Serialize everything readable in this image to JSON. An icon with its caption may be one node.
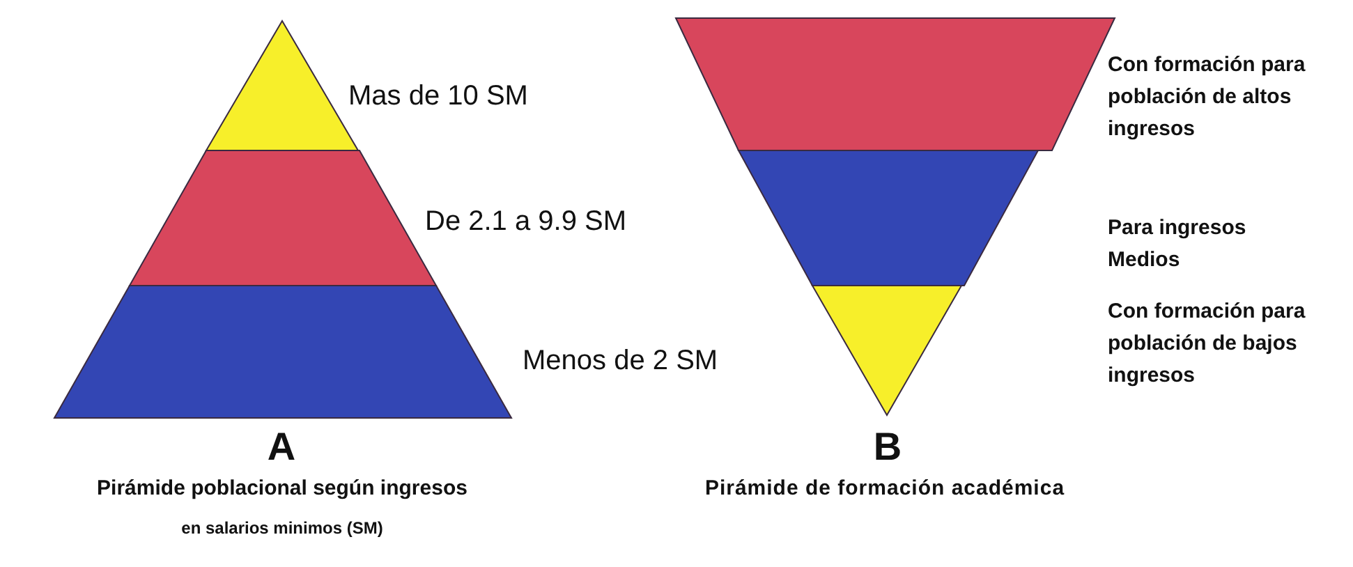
{
  "diagram": {
    "nodes": [
      {
        "text": [],
        "shape": "triangle",
        "beside": [
          "Mas de 10 SM"
        ]
      },
      {
        "text": [],
        "shape": "trapezoid",
        "beside": [
          "De 2.1 a 9.9 SM"
        ]
      },
      {
        "text": [],
        "shape": "trapezoid",
        "beside": [
          "Menos de 2 SM"
        ]
      },
      {
        "text": [],
        "shape": "trapezoid"
      },
      {
        "text": [],
        "shape": "trapezoid"
      },
      {
        "text": [],
        "shape": "triangle"
      }
    ],
    "labels": [
      "Con formación para población de altos ingresos",
      "Para ingresos Medios",
      "Con formación para población de bajos ingresos",
      "A",
      "B",
      "Pirámide poblacional según ingresos",
      "Pirámide de formación académica",
      "en salarios minimos (SM)"
    ]
  }
}
